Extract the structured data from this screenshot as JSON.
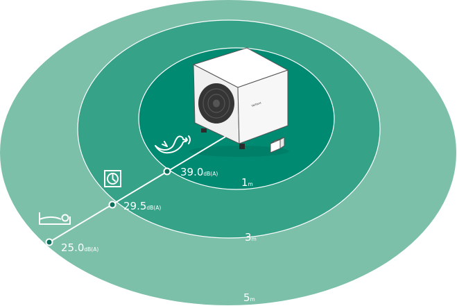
{
  "colors": {
    "zone_outer": "#7cc0aa",
    "zone_middle": "#36a288",
    "zone_inner": "#008a72",
    "ring_line": "#ffffff",
    "marker": "#0b6f5c"
  },
  "distances": [
    {
      "value": "1",
      "unit": "m"
    },
    {
      "value": "3",
      "unit": "m"
    },
    {
      "value": "5",
      "unit": "m"
    }
  ],
  "levels": [
    {
      "icon": "bird-icon",
      "value": "39.0",
      "unit": "dB(A)"
    },
    {
      "icon": "clock-icon",
      "value": "29.5",
      "unit": "dB(A)"
    },
    {
      "icon": "bed-icon",
      "value": "25.0",
      "unit": "dB(A)"
    }
  ],
  "unit": {
    "brand": "Vaillant"
  }
}
